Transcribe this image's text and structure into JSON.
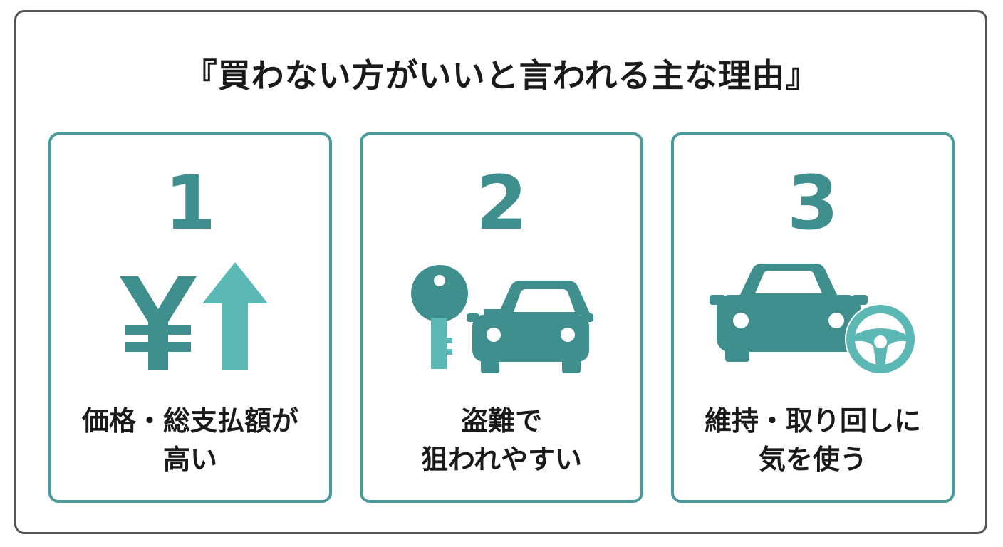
{
  "title": "『買わない方がいいと言われる主な理由』",
  "colors": {
    "teal_dark": "#3f8f8f",
    "teal_light": "#5bb8b5",
    "border": "#4a9a9a",
    "frame": "#555555",
    "text": "#1a1a1a"
  },
  "cards": [
    {
      "number": "1",
      "icon": "yen-up-arrow-icon",
      "label_lines": [
        "価格・総支払額が",
        "高い"
      ]
    },
    {
      "number": "2",
      "icon": "key-car-icon",
      "label_lines": [
        "盗難で",
        "狙われやすい"
      ]
    },
    {
      "number": "3",
      "icon": "car-steering-wheel-icon",
      "label_lines": [
        "維持・取り回しに",
        "気を使う"
      ]
    }
  ]
}
